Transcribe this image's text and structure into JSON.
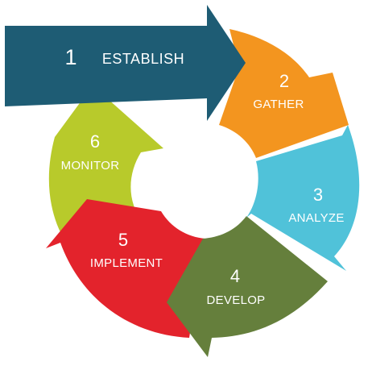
{
  "steps": [
    {
      "number": "1",
      "label": "ESTABLISH",
      "color": "#1e5c74"
    },
    {
      "number": "2",
      "label": "GATHER",
      "color": "#f3951f"
    },
    {
      "number": "3",
      "label": "ANALYZE",
      "color": "#50c2d9"
    },
    {
      "number": "4",
      "label": "DEVELOP",
      "color": "#657f3c"
    },
    {
      "number": "5",
      "label": "IMPLEMENT",
      "color": "#e3232c"
    },
    {
      "number": "6",
      "label": "MONITOR",
      "color": "#b8ca2b"
    }
  ]
}
